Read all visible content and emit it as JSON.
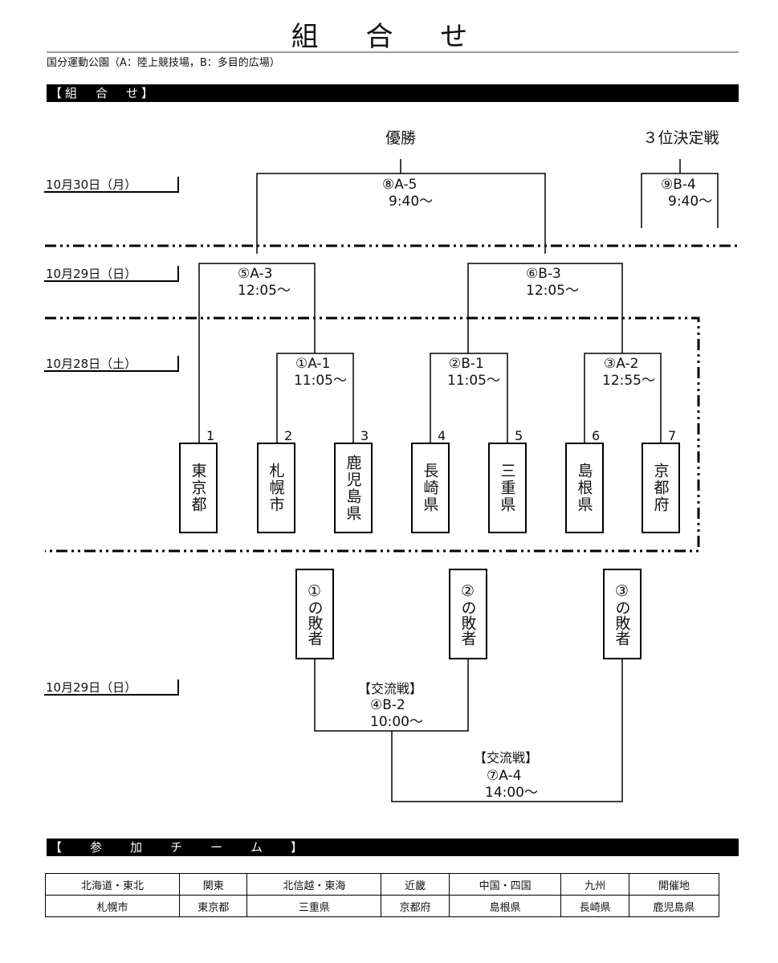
{
  "title": "組 合 せ",
  "venue": "国分運動公園（A：陸上競技場，B：多目的広場）",
  "section_kumiawase": "【組　合　せ】",
  "section_teams": "【　参　加　チ　ー　ム　】",
  "dates": {
    "d30": "10月30日（月）",
    "d29": "10月29日（日）",
    "d28": "10月28日（土）",
    "d29b": "10月29日（日）"
  },
  "headings": {
    "champion": "優勝",
    "third": "３位決定戦"
  },
  "matches": {
    "m8": {
      "code": "⑧A-5",
      "time": "9:40～"
    },
    "m9": {
      "code": "⑨B-4",
      "time": "9:40～"
    },
    "m5": {
      "code": "⑤A-3",
      "time": "12:05～"
    },
    "m6": {
      "code": "⑥B-3",
      "time": "12:05～"
    },
    "m1": {
      "code": "①A-1",
      "time": "11:05～"
    },
    "m2": {
      "code": "②B-1",
      "time": "11:05～"
    },
    "m3": {
      "code": "③A-2",
      "time": "12:55～"
    },
    "m4": {
      "tag": "【交流戦】",
      "code": "④B-2",
      "time": "10:00～"
    },
    "m7": {
      "tag": "【交流戦】",
      "code": "⑦A-4",
      "time": "14:00～"
    }
  },
  "bracket_teams": [
    {
      "seed": "1",
      "name": "東京都"
    },
    {
      "seed": "2",
      "name": "札幌市"
    },
    {
      "seed": "3",
      "name": "鹿児島県"
    },
    {
      "seed": "4",
      "name": "長崎県"
    },
    {
      "seed": "5",
      "name": "三重県"
    },
    {
      "seed": "6",
      "name": "島根県"
    },
    {
      "seed": "7",
      "name": "京都府"
    }
  ],
  "losers": [
    "①の敗者",
    "②の敗者",
    "③の敗者"
  ],
  "team_table": {
    "regions": [
      "北海道・東北",
      "関東",
      "北信越・東海",
      "近畿",
      "中国・四国",
      "九州",
      "開催地"
    ],
    "teams": [
      "札幌市",
      "東京都",
      "三重県",
      "京都府",
      "島根県",
      "長崎県",
      "鹿児島県"
    ]
  }
}
